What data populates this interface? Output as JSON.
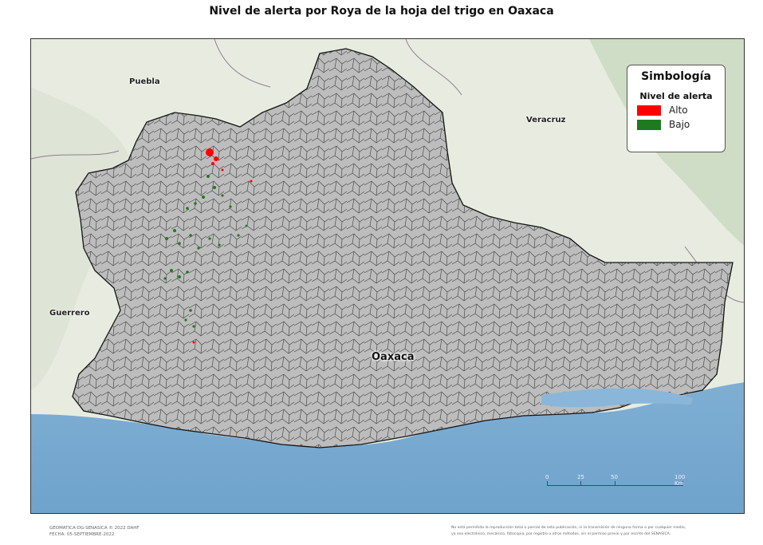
{
  "title": "Nivel de alerta por Roya de la hoja del trigo en Oaxaca",
  "legend": {
    "title": "Simbología",
    "subtitle": "Nivel de alerta",
    "items": [
      {
        "label": "Alto",
        "color": "#ff0000"
      },
      {
        "label": "Bajo",
        "color": "#1e7a1e"
      }
    ]
  },
  "places": {
    "puebla": "Puebla",
    "veracruz": "Veracruz",
    "guerrero": "Guerrero",
    "oaxaca": "Oaxaca"
  },
  "scale_bar": {
    "ticks": [
      "0",
      "25",
      "50",
      "100 Km"
    ]
  },
  "footer": {
    "left_line1": "GEOMATICA-DG-SENASICA © 2022 DAHF",
    "left_line2": "FECHA: 05-SEPTIEMBRE-2022",
    "right_line1": "No está permitida la reproducción total o parcial de esta publicación, ni la transmisión de ninguna forma o por cualquier medio,",
    "right_line2": "ya sea electrónico, mecánico, fotocopia, por registro u otros métodos, sin el permiso previo y por escrito del SENASICA."
  },
  "colors": {
    "state_fill": "#bdbdbd",
    "ocean": "#8ab7d9",
    "land": "#e9ede1",
    "alto": "#ff0000",
    "bajo": "#1e7a1e"
  }
}
